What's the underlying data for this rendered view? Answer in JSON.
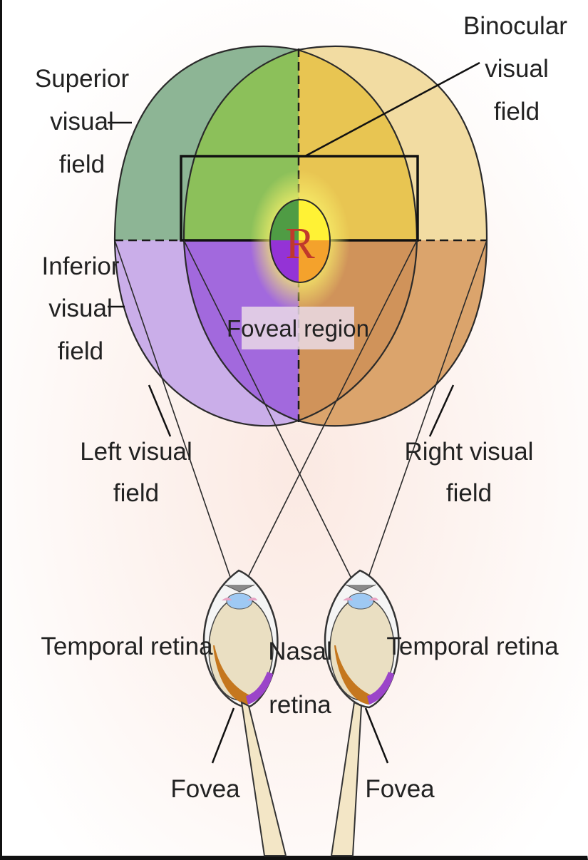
{
  "labels": {
    "superior": [
      "Superior",
      "visual",
      "field"
    ],
    "inferior": [
      "Inferior",
      "visual",
      "field"
    ],
    "binocular": [
      "Binocular",
      "visual",
      "field"
    ],
    "left_field": [
      "Left visual",
      "field"
    ],
    "right_field": [
      "Right visual",
      "field"
    ],
    "foveal_region": "Foveal region",
    "fixation_letter": "R",
    "temporal_left": "Temporal retina",
    "temporal_right": "Temporal retina",
    "nasal": [
      "Nasal",
      "retina"
    ],
    "fovea_left": "Fovea",
    "fovea_right": "Fovea"
  },
  "colors": {
    "superior_left_outer": "#8db595",
    "superior_left_inner": "#8cc05a",
    "superior_right_inner": "#e8c552",
    "superior_right_outer": "#f2dca2",
    "inferior_left_outer": "#caaee9",
    "inferior_left_inner": "#a269dd",
    "inferior_right_inner": "#d0935a",
    "inferior_right_outer": "#dba46c",
    "fovea_upper_left": "#4f9c44",
    "fovea_upper_right": "#fff235",
    "fovea_lower_left": "#9433d6",
    "fovea_lower_right": "#f4a22c",
    "fixation_letter": "#c0392b"
  }
}
